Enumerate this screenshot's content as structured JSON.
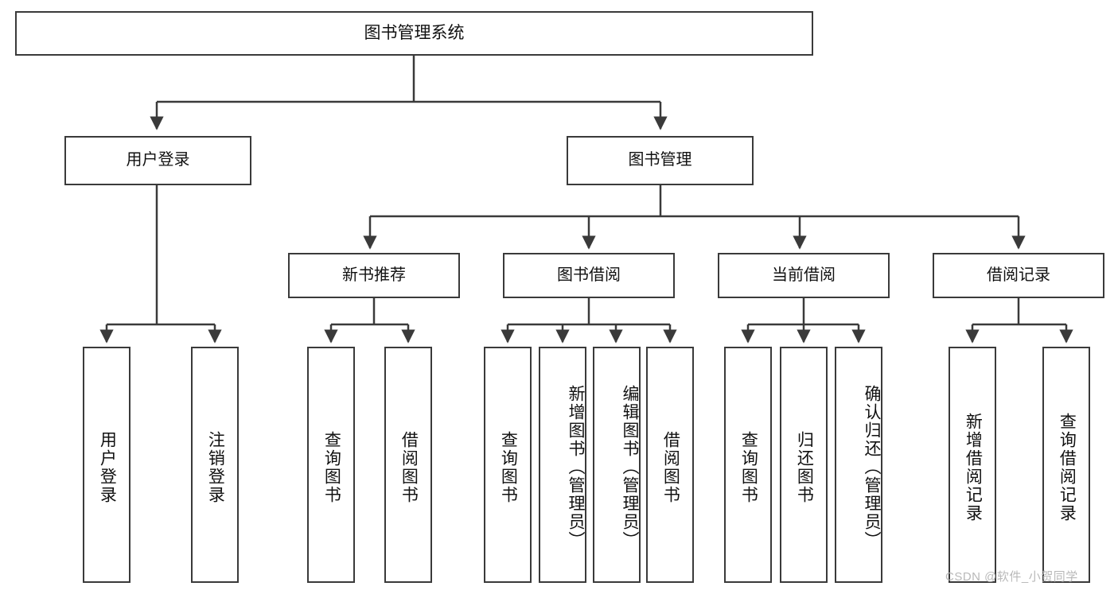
{
  "diagram": {
    "title": "图书管理系统",
    "type": "tree-hierarchy",
    "root": {
      "id": "root",
      "label": "图书管理系统"
    },
    "level2": [
      {
        "id": "user-login",
        "label": "用户登录"
      },
      {
        "id": "book-manage",
        "label": "图书管理"
      }
    ],
    "level3": [
      {
        "id": "new-book-recommend",
        "label": "新书推荐",
        "parent": "book-manage"
      },
      {
        "id": "book-borrow",
        "label": "图书借阅",
        "parent": "book-manage"
      },
      {
        "id": "current-borrow",
        "label": "当前借阅",
        "parent": "book-manage"
      },
      {
        "id": "borrow-record",
        "label": "借阅记录",
        "parent": "book-manage"
      }
    ],
    "leaves": [
      {
        "id": "leaf-user-login",
        "label": "用户登录",
        "parent": "user-login"
      },
      {
        "id": "leaf-logout",
        "label": "注销登录",
        "parent": "user-login"
      },
      {
        "id": "leaf-query-book-1",
        "label": "查询图书",
        "parent": "new-book-recommend"
      },
      {
        "id": "leaf-borrow-book-1",
        "label": "借阅图书",
        "parent": "new-book-recommend"
      },
      {
        "id": "leaf-query-book-2",
        "label": "查询图书",
        "parent": "book-borrow"
      },
      {
        "id": "leaf-add-book",
        "label": "新增图书（管理员）",
        "parent": "book-borrow"
      },
      {
        "id": "leaf-edit-book",
        "label": "编辑图书（管理员）",
        "parent": "book-borrow"
      },
      {
        "id": "leaf-borrow-book-2",
        "label": "借阅图书",
        "parent": "book-borrow"
      },
      {
        "id": "leaf-query-book-3",
        "label": "查询图书",
        "parent": "current-borrow"
      },
      {
        "id": "leaf-return-book",
        "label": "归还图书",
        "parent": "current-borrow"
      },
      {
        "id": "leaf-confirm-return",
        "label": "确认归还（管理员）",
        "parent": "current-borrow"
      },
      {
        "id": "leaf-add-record",
        "label": "新增借阅记录",
        "parent": "borrow-record"
      },
      {
        "id": "leaf-query-record",
        "label": "查询借阅记录",
        "parent": "borrow-record"
      }
    ]
  },
  "watermark": {
    "text": "CSDN @软件_小贺同学"
  },
  "colors": {
    "border": "#3a3a3a",
    "background": "#ffffff",
    "text": "#111111",
    "watermark": "#b9b9b9"
  }
}
